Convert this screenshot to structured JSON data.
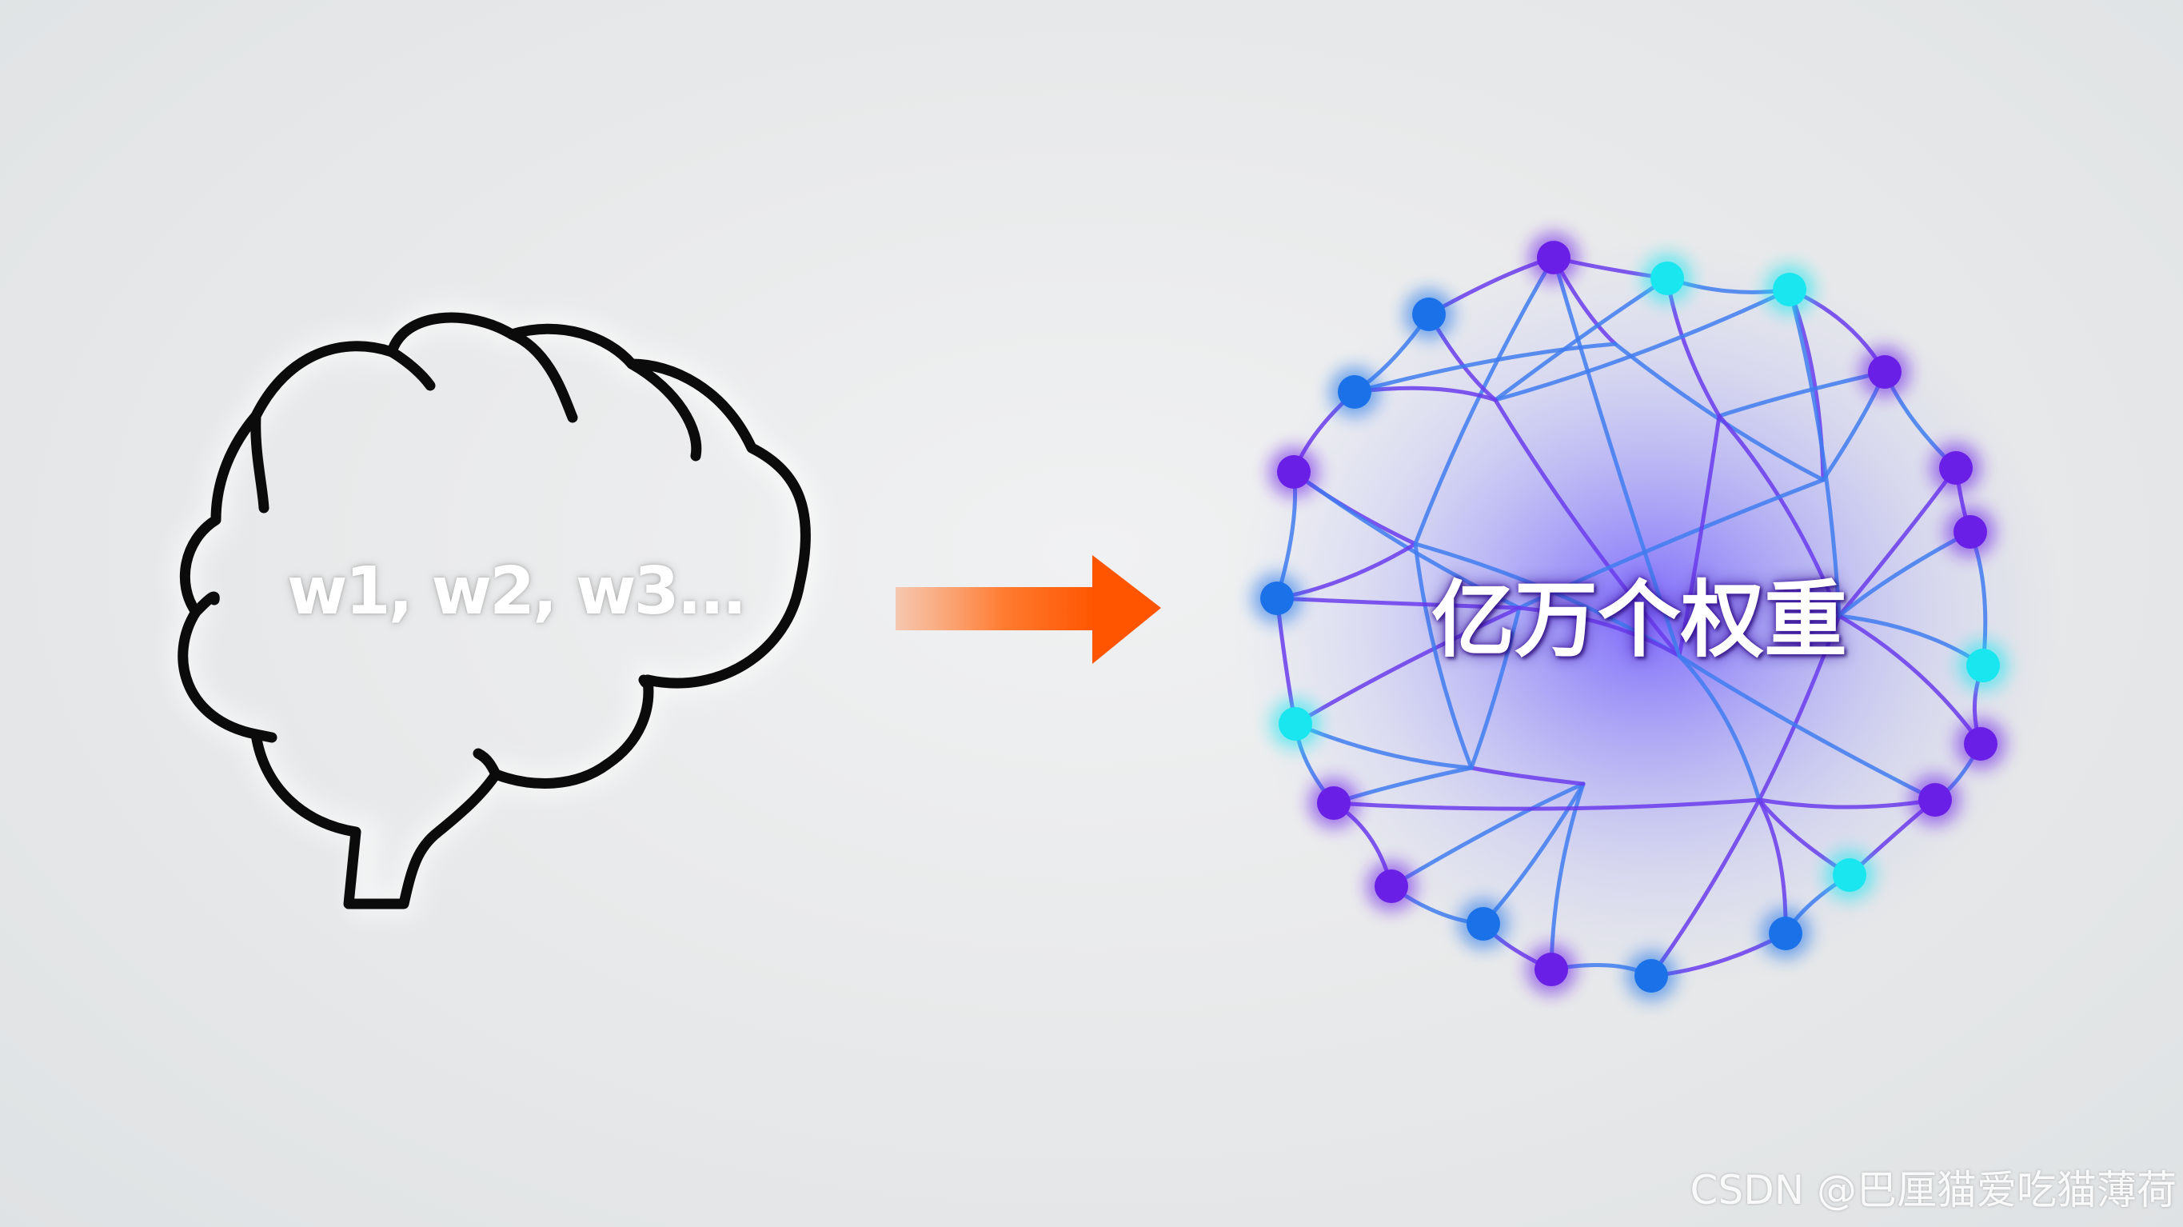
{
  "diagram": {
    "brain_label": "w1, w2, w3...",
    "network_label": "亿万个权重",
    "watermark": "CSDN @巴厘猫爱吃猫薄荷"
  },
  "icons": {
    "left": "brain-outline-icon",
    "middle": "arrow-right-icon",
    "right": "neural-network-icon"
  },
  "colors": {
    "arrow_start": "#f6b08f",
    "arrow_end": "#ff5a00",
    "node_cyan": "#19e6ef",
    "node_blue": "#1b72e8",
    "node_purple": "#6a1fe6",
    "glow": "#7a6bff"
  }
}
